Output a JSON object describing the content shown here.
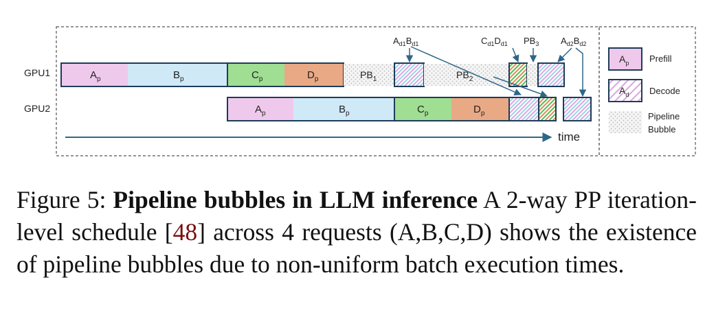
{
  "diagram": {
    "rows": [
      {
        "label": "GPU1"
      },
      {
        "label": "GPU2"
      }
    ],
    "gpu1_blocks": [
      {
        "kind": "prefill",
        "label": "A",
        "sub": "p",
        "color": "#efc9ec"
      },
      {
        "kind": "prefill",
        "label": "B",
        "sub": "p",
        "color": "#cfe9f7"
      },
      {
        "kind": "prefill",
        "label": "C",
        "sub": "p",
        "color": "#9fde93"
      },
      {
        "kind": "prefill",
        "label": "D",
        "sub": "p",
        "color": "#e9a985"
      },
      {
        "kind": "bubble",
        "label": "PB",
        "sub": "1"
      },
      {
        "kind": "decode",
        "hatch": "purple-blue"
      },
      {
        "kind": "bubble",
        "label": "PB",
        "sub": "2"
      },
      {
        "kind": "decode",
        "hatch": "green-orange"
      },
      {
        "kind": "bubble",
        "label": ""
      },
      {
        "kind": "decode",
        "hatch": "purple-blue"
      }
    ],
    "gpu2_blocks": [
      {
        "kind": "prefill",
        "label": "A",
        "sub": "p",
        "color": "#efc9ec"
      },
      {
        "kind": "prefill",
        "label": "B",
        "sub": "p",
        "color": "#cfe9f7"
      },
      {
        "kind": "prefill",
        "label": "C",
        "sub": "p",
        "color": "#9fde93"
      },
      {
        "kind": "prefill",
        "label": "D",
        "sub": "p",
        "color": "#e9a985"
      },
      {
        "kind": "decode",
        "hatch": "purple-blue"
      },
      {
        "kind": "decode",
        "hatch": "green-orange"
      },
      {
        "kind": "decode",
        "hatch": "purple-blue"
      }
    ],
    "annotations": [
      {
        "parts": [
          [
            "A",
            "d1"
          ],
          [
            "B",
            "d1"
          ]
        ]
      },
      {
        "parts": [
          [
            "C",
            "d1"
          ],
          [
            "D",
            "d1"
          ]
        ]
      },
      {
        "parts": [
          [
            "PB",
            "3"
          ]
        ]
      },
      {
        "parts": [
          [
            "A",
            "d2"
          ],
          [
            "B",
            "d2"
          ]
        ]
      }
    ],
    "time_label": "time",
    "legend": {
      "prefill": {
        "swatch_label": "A",
        "swatch_sub": "p",
        "text": "Prefill"
      },
      "decode": {
        "swatch_label": "A",
        "swatch_sub": "d",
        "text": "Decode"
      },
      "bubble": {
        "text_line1": "Pipeline",
        "text_line2": "Bubble"
      }
    },
    "colors": {
      "block_border": "#1d3b57",
      "arrow": "#2e6688",
      "legend_prefill_fill": "#efc9ec",
      "dotted_bubble": "#c4c4c4"
    }
  },
  "caption": {
    "prefix": "Figure 5: ",
    "bold": "Pipeline bubbles in LLM inference",
    "text_before_cite": " A 2-way PP iteration-level schedule [",
    "cite": "48",
    "text_after_cite": "] across 4 requests (A,B,C,D) shows the existence of pipeline bubbles due to non-uniform batch execution times."
  }
}
